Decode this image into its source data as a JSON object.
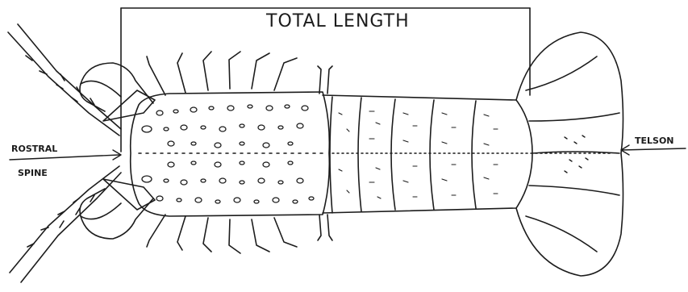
{
  "diagram": {
    "title": "TOTAL LENGTH",
    "labels": {
      "rostral_line1": "ROSTRAL",
      "rostral_line2": "SPINE",
      "telson": "TELSON"
    },
    "colors": {
      "ink": "#1c1c1c",
      "background": "#ffffff"
    }
  }
}
